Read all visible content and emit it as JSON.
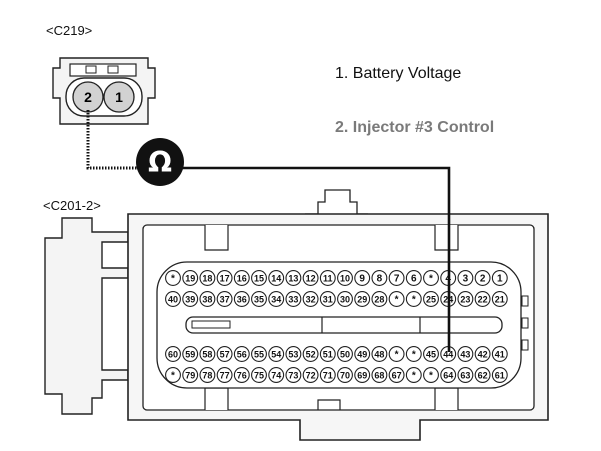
{
  "connector_top": {
    "name": "<C219>",
    "pins": [
      "2",
      "1"
    ]
  },
  "connector_bottom": {
    "name": "<C201-2>",
    "row1": [
      "*",
      "19",
      "18",
      "17",
      "16",
      "15",
      "14",
      "13",
      "12",
      "11",
      "10",
      "9",
      "8",
      "7",
      "6",
      "*",
      "4",
      "3",
      "2",
      "1"
    ],
    "row2": [
      "40",
      "39",
      "38",
      "37",
      "36",
      "35",
      "34",
      "33",
      "32",
      "31",
      "30",
      "29",
      "28",
      "*",
      "*",
      "25",
      "24",
      "23",
      "22",
      "21"
    ],
    "row3": [
      "60",
      "59",
      "58",
      "57",
      "56",
      "55",
      "54",
      "53",
      "52",
      "51",
      "50",
      "49",
      "48",
      "*",
      "*",
      "45",
      "44",
      "43",
      "42",
      "41"
    ],
    "row4": [
      "*",
      "79",
      "78",
      "77",
      "76",
      "75",
      "74",
      "73",
      "72",
      "71",
      "70",
      "69",
      "68",
      "67",
      "*",
      "*",
      "64",
      "63",
      "62",
      "61"
    ]
  },
  "legend": {
    "item1": "1. Battery Voltage",
    "item2": "2. Injector #3 Control"
  },
  "meter": {
    "symbol": "Ω"
  },
  "colors": {
    "line": "#111111",
    "pin_fill": "#d2d2d2",
    "connector_fill": "#f0f0f0",
    "legend_item2": "#7a7a7a"
  }
}
